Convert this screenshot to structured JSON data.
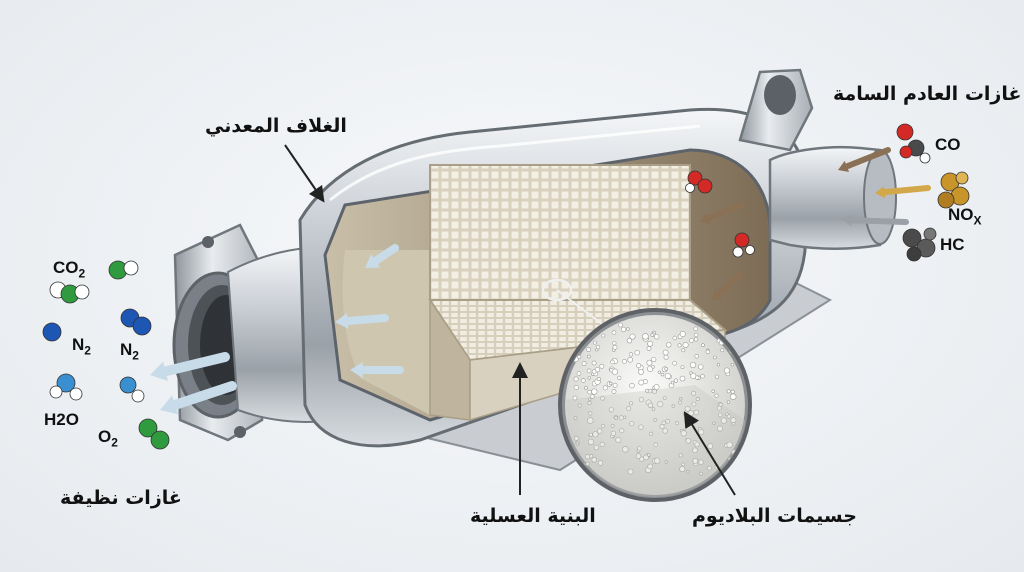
{
  "labels": {
    "metal_shell": "الغلاف المعدني",
    "toxic_gases": "غازات العادم السامة",
    "clean_gases": "غازات نظيفة",
    "honeycomb": "البنية العسلية",
    "palladium": "جسيمات البلاديوم"
  },
  "toxic": [
    {
      "name": "CO",
      "text": "CO"
    },
    {
      "name": "NOx",
      "main": "NO",
      "sub": "X"
    },
    {
      "name": "HC",
      "text": "HC"
    }
  ],
  "clean": [
    {
      "name": "CO2",
      "main": "CO",
      "sub": "2"
    },
    {
      "name": "N2a",
      "main": "N",
      "sub": "2"
    },
    {
      "name": "N2b",
      "main": "N",
      "sub": "2"
    },
    {
      "name": "H2O",
      "text": "H2O"
    },
    {
      "name": "O2",
      "main": "O",
      "sub": "2"
    }
  ],
  "colors": {
    "oxygen": "#d42a25",
    "hydrogen": "#ffffff",
    "carbon": "#4a4a4a",
    "nitrogen_clean": "#1e56b4",
    "nox": "#c8952b",
    "water_clean": "#3a8fd0",
    "oxygen_clean": "#2f9a3e",
    "inflow_arrow": "#8a7055",
    "outflow_arrow": "#c8dbe8"
  }
}
